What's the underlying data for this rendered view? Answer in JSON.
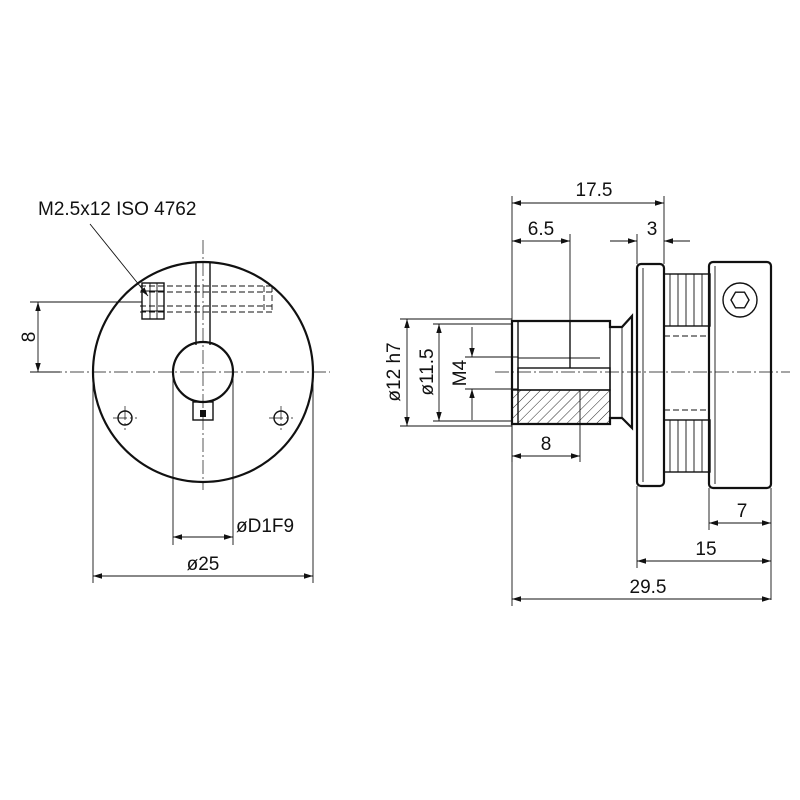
{
  "callouts": {
    "screw": "M2.5x12 ISO 4762"
  },
  "dimensions": {
    "front_height": "8",
    "bore_dia": "øD1F9",
    "outer_dia": "ø25",
    "total_len": "17.5",
    "top_65": "6.5",
    "top_3": "3",
    "shaft_dia": "ø12 h7",
    "thread_dia": "ø11.5",
    "thread_m": "M4",
    "thread_depth": "8",
    "hub_len": "7",
    "mid_len": "15",
    "overall_len": "29.5"
  },
  "colors": {
    "line": "#111111",
    "background": "#ffffff"
  }
}
